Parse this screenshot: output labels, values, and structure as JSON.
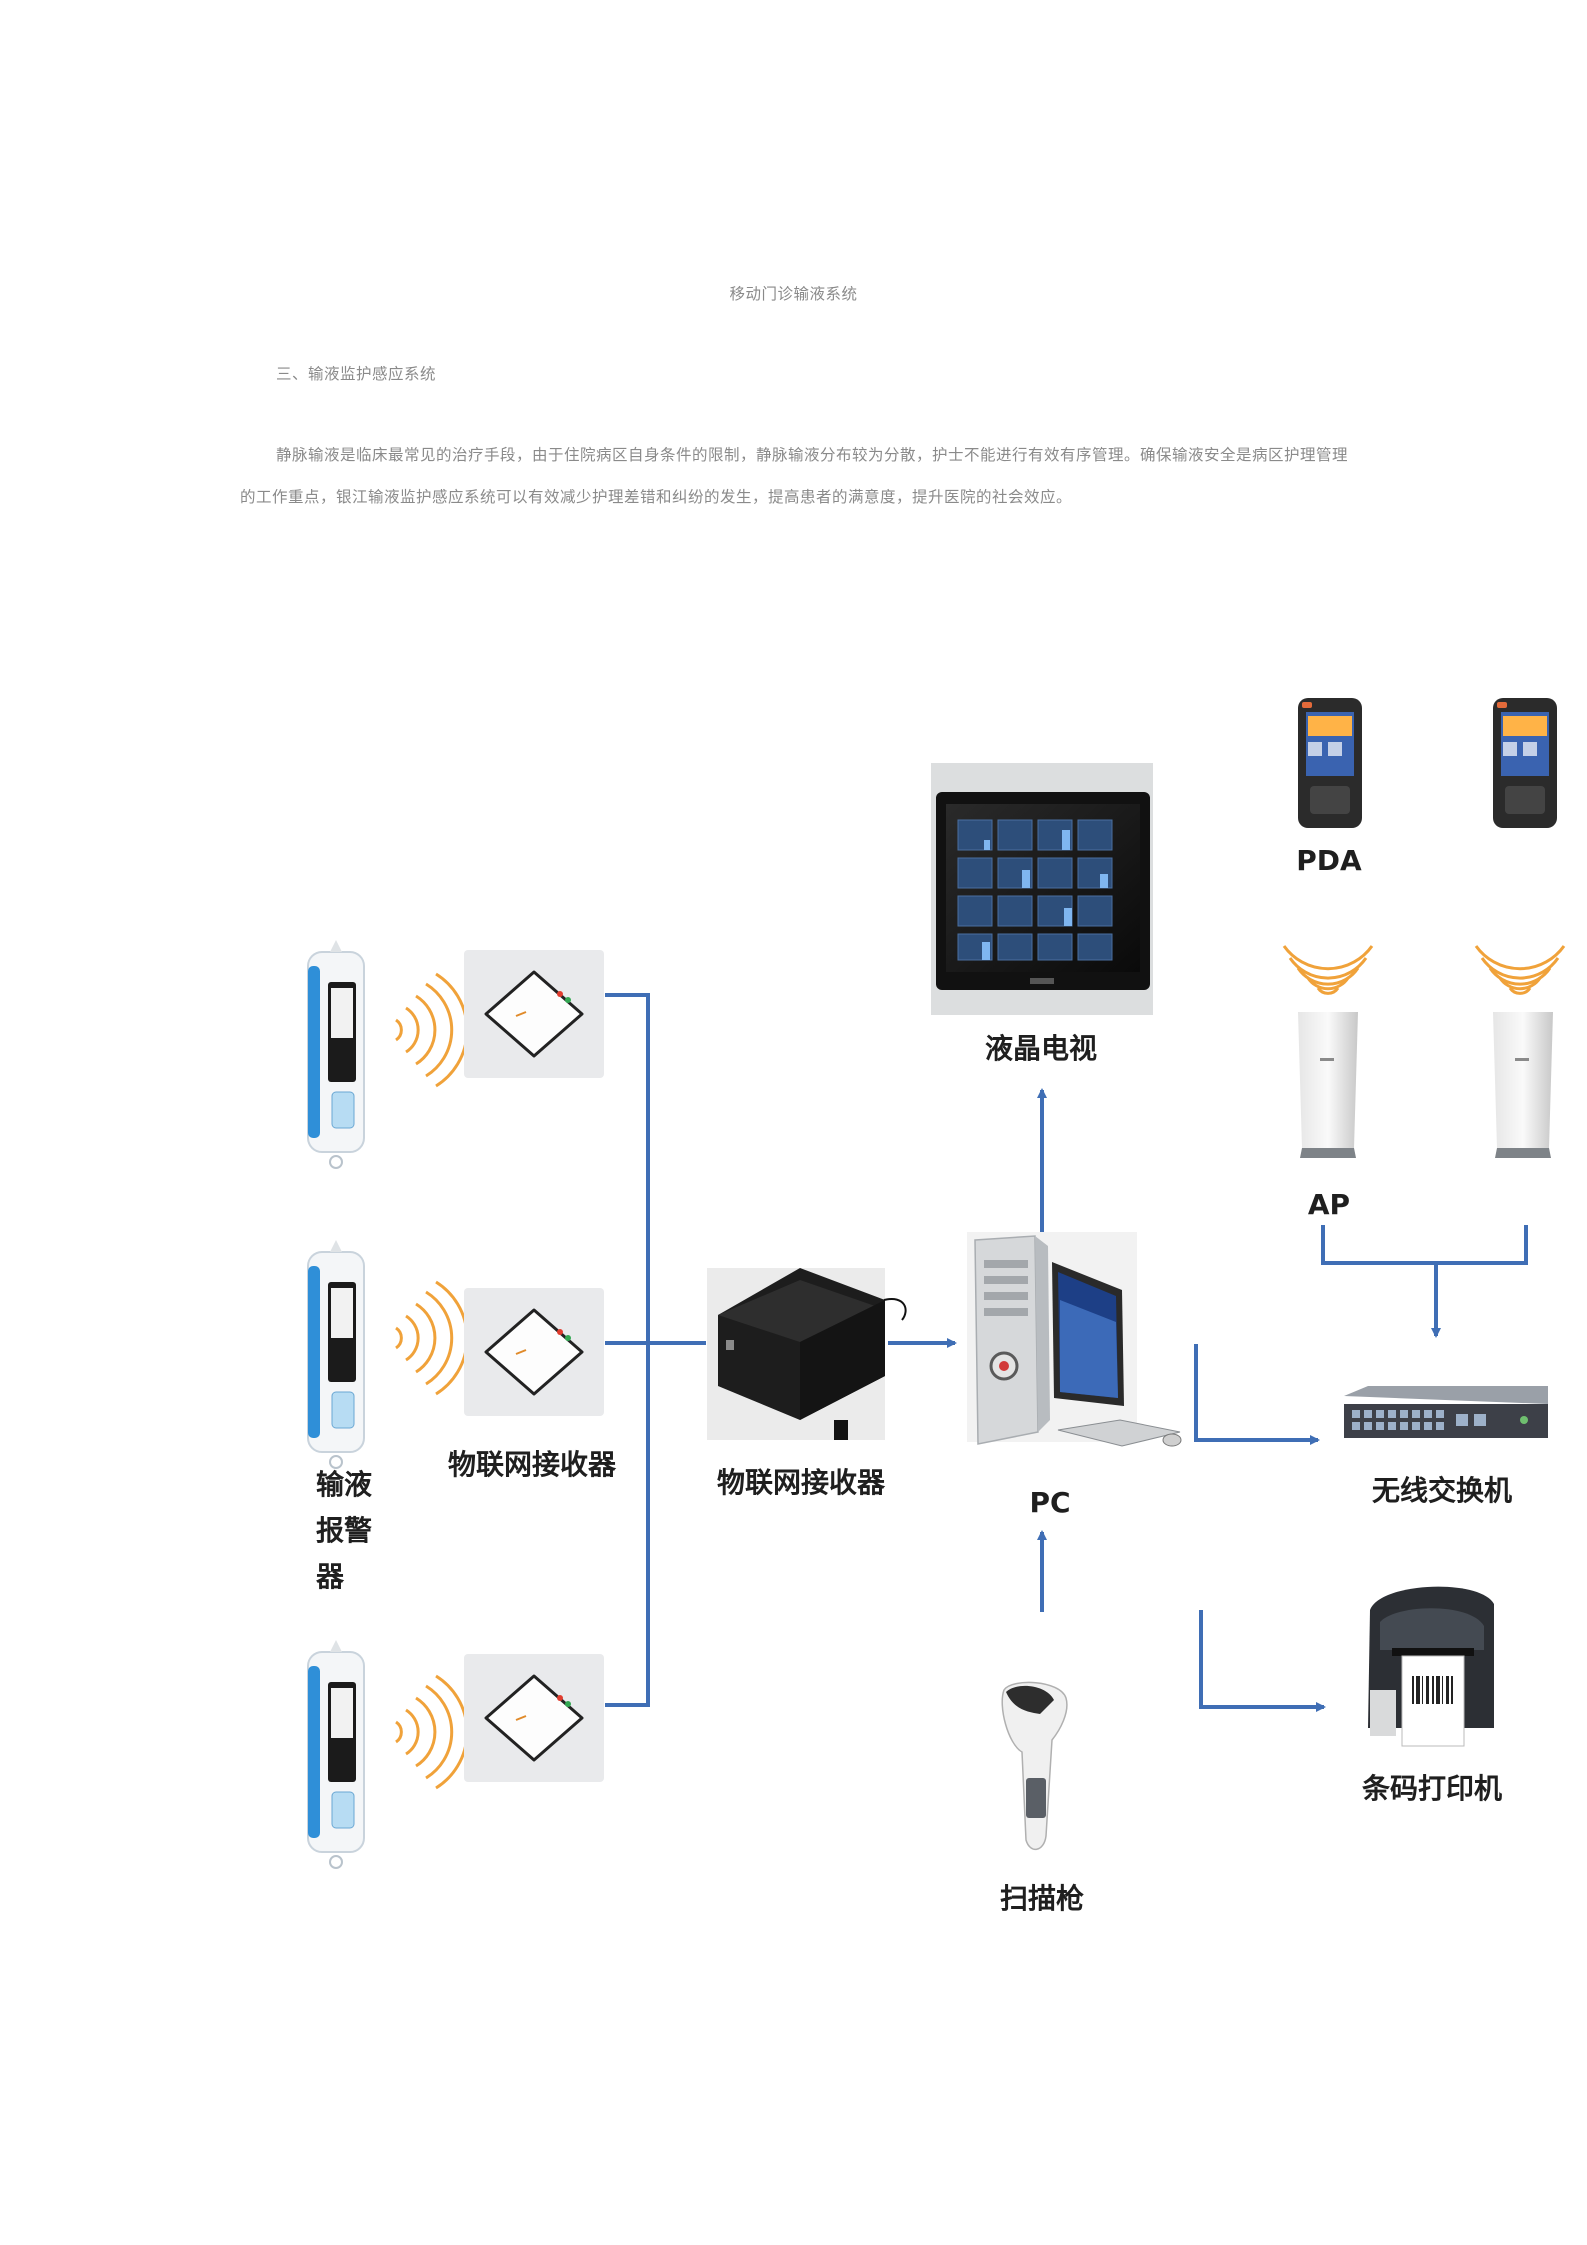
{
  "document": {
    "caption": "移动门诊输液系统",
    "section_heading": "三、输液监护感应系统",
    "body": "静脉输液是临床最常见的治疗手段，由于住院病区自身条件的限制，静脉输液分布较为分散，护士不能进行有效有序管理。确保输液安全是病区护理管理的工作重点，银江输液监护感应系统可以有效减少护理差错和纠纷的发生，提高患者的满意度，提升医院的社会效应。"
  },
  "diagram": {
    "labels": {
      "alarm_l1": "输液",
      "alarm_l2": "报警",
      "alarm_l3": "器",
      "receiver_a": "物联网接收器",
      "receiver_b": "物联网接收器",
      "lcd_tv": "液晶电视",
      "pc": "PC",
      "pda": "PDA",
      "ap": "AP",
      "switch": "无线交换机",
      "printer": "条码打印机",
      "scanner": "扫描枪"
    },
    "colors": {
      "connector": "#3f6eb5",
      "wifi": "#f0a23a",
      "device_blue": "#2f8fd8"
    },
    "icons": [
      "infusion-alarm-icon",
      "iot-receiver-icon",
      "rack-server-icon",
      "lcd-tv-icon",
      "desktop-pc-icon",
      "pda-icon",
      "access-point-icon",
      "network-switch-icon",
      "barcode-printer-icon",
      "barcode-scanner-icon"
    ]
  }
}
